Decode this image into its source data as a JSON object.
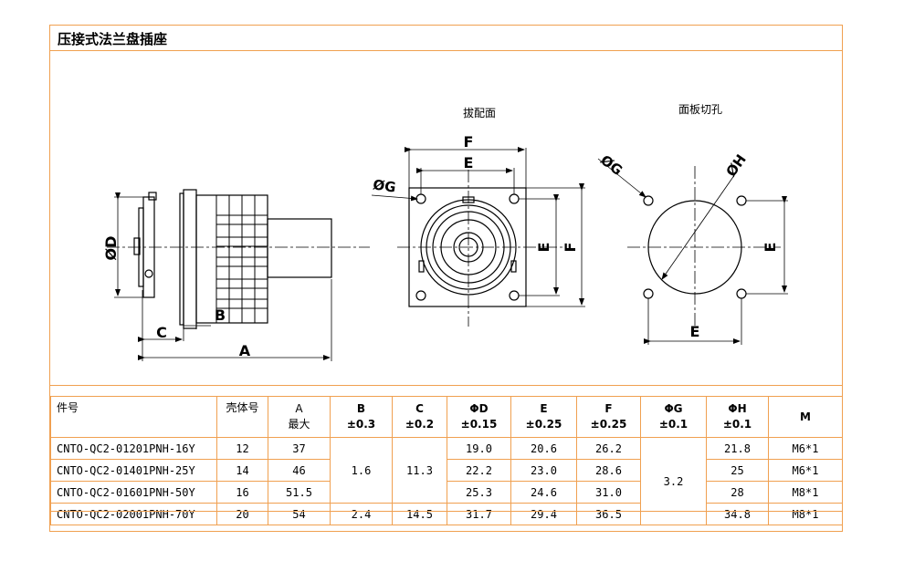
{
  "title": "压接式法兰盘插座",
  "views": {
    "mating_face": "拔配面",
    "panel_cutout": "面板切孔"
  },
  "dim_labels": {
    "A": "A",
    "B": "B",
    "C": "C",
    "D": "ØD",
    "E": "E",
    "F": "F",
    "G": "ØG",
    "H": "ØH"
  },
  "table": {
    "headers": [
      {
        "line1": "件号",
        "line2": ""
      },
      {
        "line1": "壳体号",
        "line2": ""
      },
      {
        "line1": "A",
        "line2": "最大"
      },
      {
        "line1": "B",
        "line2": "±0.3"
      },
      {
        "line1": "C",
        "line2": "±0.2"
      },
      {
        "line1": "ΦD",
        "line2": "±0.15"
      },
      {
        "line1": "E",
        "line2": "±0.25"
      },
      {
        "line1": "F",
        "line2": "±0.25"
      },
      {
        "line1": "ΦG",
        "line2": "±0.1"
      },
      {
        "line1": "ΦH",
        "line2": "±0.1"
      },
      {
        "line1": "M",
        "line2": ""
      }
    ],
    "rows": [
      {
        "part": "CNTO-QC2-01201PNH-16Y",
        "shell": "12",
        "A": "37",
        "D": "19.0",
        "E": "20.6",
        "F": "26.2",
        "H": "21.8",
        "M": "M6*1"
      },
      {
        "part": "CNTO-QC2-01401PNH-25Y",
        "shell": "14",
        "A": "46",
        "D": "22.2",
        "E": "23.0",
        "F": "28.6",
        "H": "25",
        "M": "M6*1"
      },
      {
        "part": "CNTO-QC2-01601PNH-50Y",
        "shell": "16",
        "A": "51.5",
        "D": "25.3",
        "E": "24.6",
        "F": "31.0",
        "H": "28",
        "M": "M8*1"
      },
      {
        "part": "CNTO-QC2-02001PNH-70Y",
        "shell": "20",
        "A": "54",
        "B": "2.4",
        "C": "14.5",
        "D": "31.7",
        "E": "29.4",
        "F": "36.5",
        "H": "34.8",
        "M": "M8*1"
      }
    ],
    "merged": {
      "B_rows_1_3": "1.6",
      "C_rows_1_3": "11.3",
      "G_all": "3.2"
    }
  },
  "colors": {
    "border": "#f0a050",
    "line": "#000000"
  }
}
